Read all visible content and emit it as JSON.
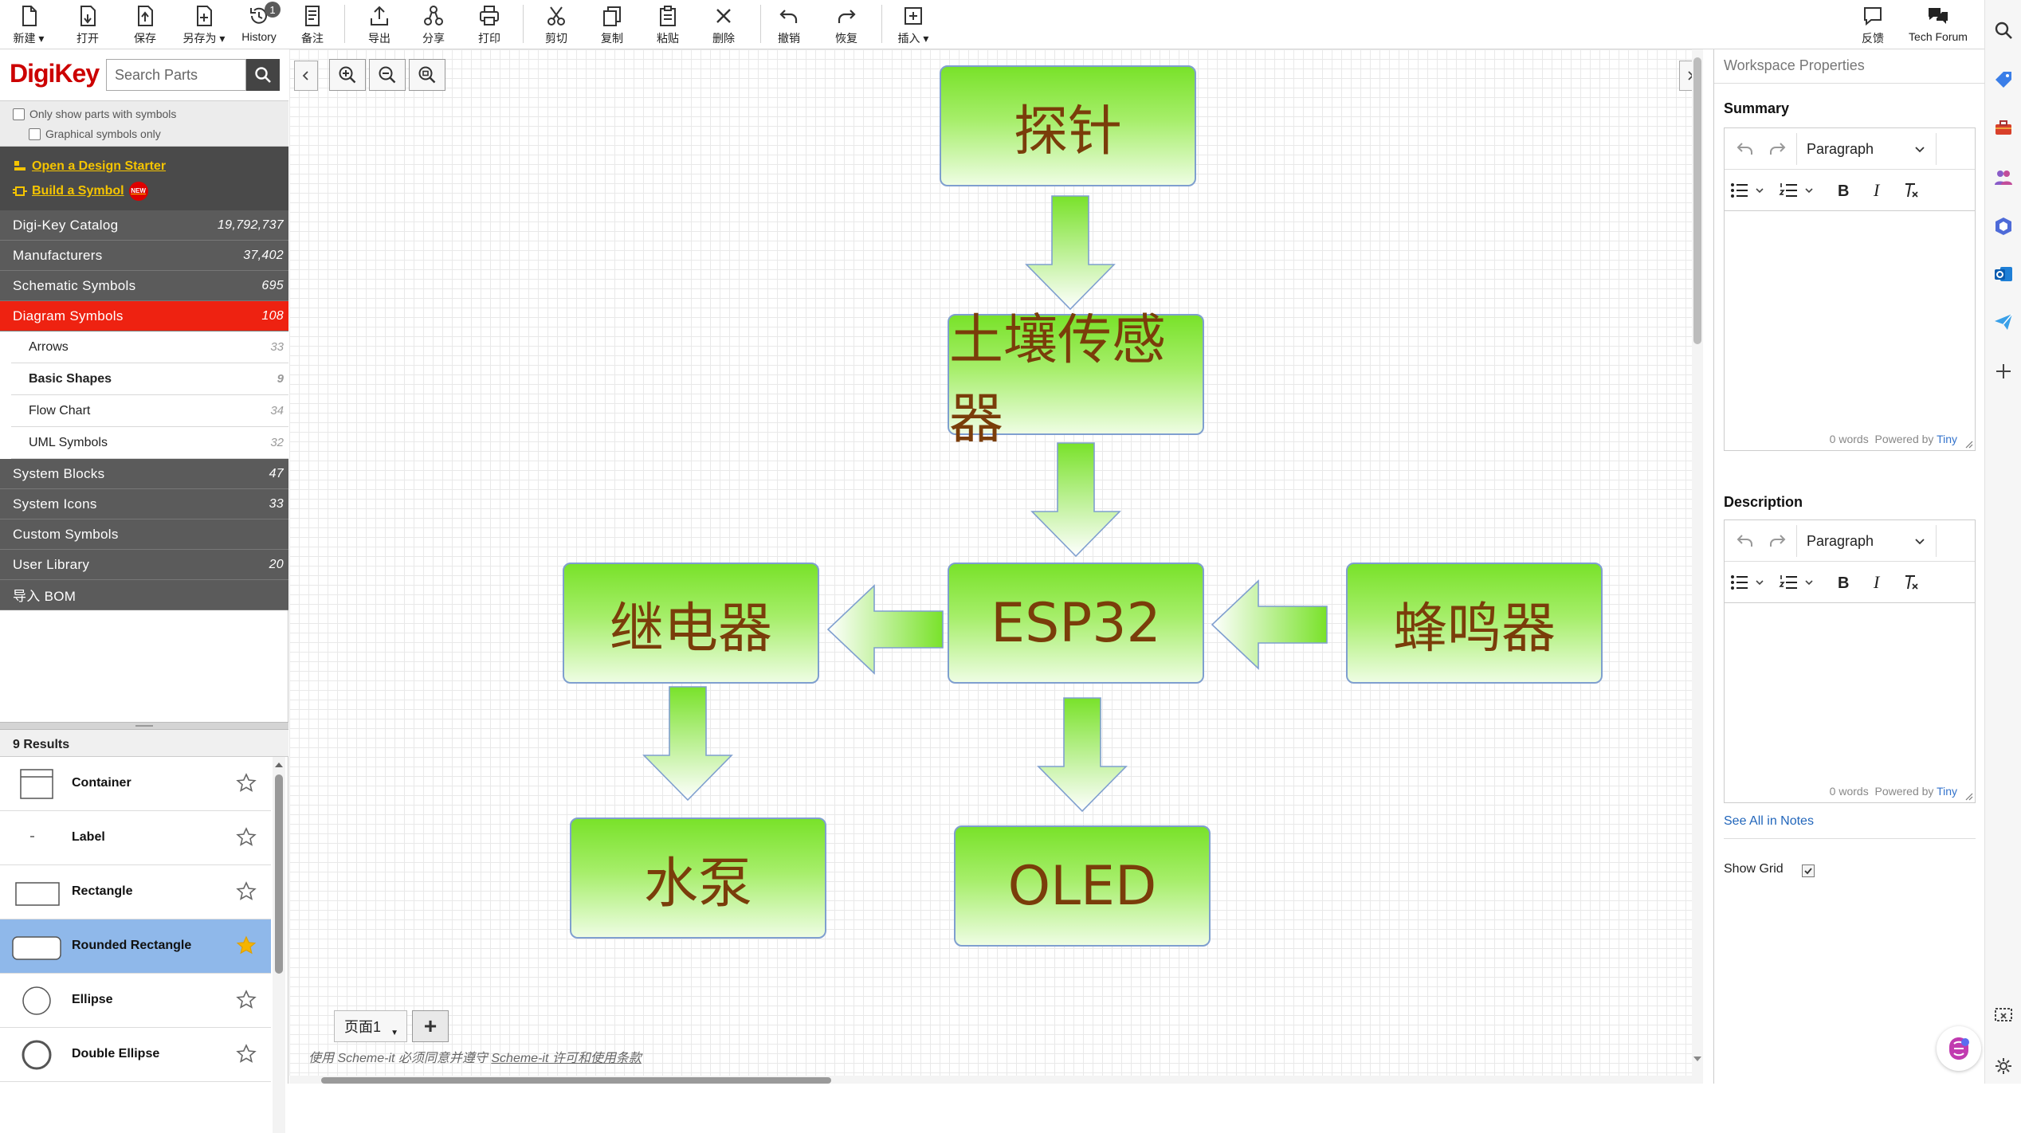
{
  "toolbar": {
    "new": "新建",
    "open": "打开",
    "save": "保存",
    "save_as": "另存为",
    "history": "History",
    "history_badge": "1",
    "notes": "备注",
    "export": "导出",
    "share": "分享",
    "print": "打印",
    "cut": "剪切",
    "copy": "复制",
    "paste": "粘贴",
    "delete": "删除",
    "undo": "撤销",
    "redo": "恢复",
    "insert": "插入",
    "feedback": "反馈",
    "tech_forum": "Tech Forum"
  },
  "left": {
    "brand": "DigiKey",
    "search_placeholder": "Search Parts",
    "filter_symbols": "Only show parts with symbols",
    "filter_graphical": "Graphical symbols only",
    "open_starter": "Open a Design Starter",
    "build_symbol": "Build a Symbol",
    "new_badge": "NEW",
    "categories": [
      {
        "label": "Digi-Key Catalog",
        "count": "19,792,737"
      },
      {
        "label": "Manufacturers",
        "count": "37,402"
      },
      {
        "label": "Schematic Symbols",
        "count": "695"
      },
      {
        "label": "Diagram Symbols",
        "count": "108"
      }
    ],
    "subcategories": [
      {
        "label": "Arrows",
        "count": "33"
      },
      {
        "label": "Basic Shapes",
        "count": "9"
      },
      {
        "label": "Flow Chart",
        "count": "34"
      },
      {
        "label": "UML Symbols",
        "count": "32"
      }
    ],
    "more_categories": [
      {
        "label": "System Blocks",
        "count": "47"
      },
      {
        "label": "System Icons",
        "count": "33"
      },
      {
        "label": "Custom Symbols",
        "count": ""
      },
      {
        "label": "User Library",
        "count": "20"
      },
      {
        "label": "导入 BOM",
        "count": ""
      }
    ],
    "results_title": "9 Results",
    "results": [
      {
        "name": "Container"
      },
      {
        "name": "Label"
      },
      {
        "name": "Rectangle"
      },
      {
        "name": "Rounded Rectangle"
      },
      {
        "name": "Ellipse"
      },
      {
        "name": "Double Ellipse"
      }
    ]
  },
  "canvas": {
    "nodes": {
      "probe": "探针",
      "soil_sensor": "土壤传感器",
      "relay": "继电器",
      "esp32": "ESP32",
      "buzzer": "蜂鸣器",
      "pump": "水泵",
      "oled": "OLED"
    },
    "page_tab": "页面1",
    "add_page": "+",
    "license_prefix": "使用 Scheme-it 必须同意并遵守 ",
    "license_link": "Scheme-it 许可和使用条款"
  },
  "props": {
    "title": "Workspace Properties",
    "summary_label": "Summary",
    "description_label": "Description",
    "paragraph": "Paragraph",
    "words": "0 words",
    "powered": "Powered by ",
    "tiny": "Tiny",
    "see_all": "See All in Notes",
    "show_grid": "Show Grid"
  },
  "colors": {
    "accent_red": "#ee2211",
    "node_text": "#7a3d0a",
    "node_green": "#79e22a",
    "selected_row": "#8fb8ea"
  }
}
